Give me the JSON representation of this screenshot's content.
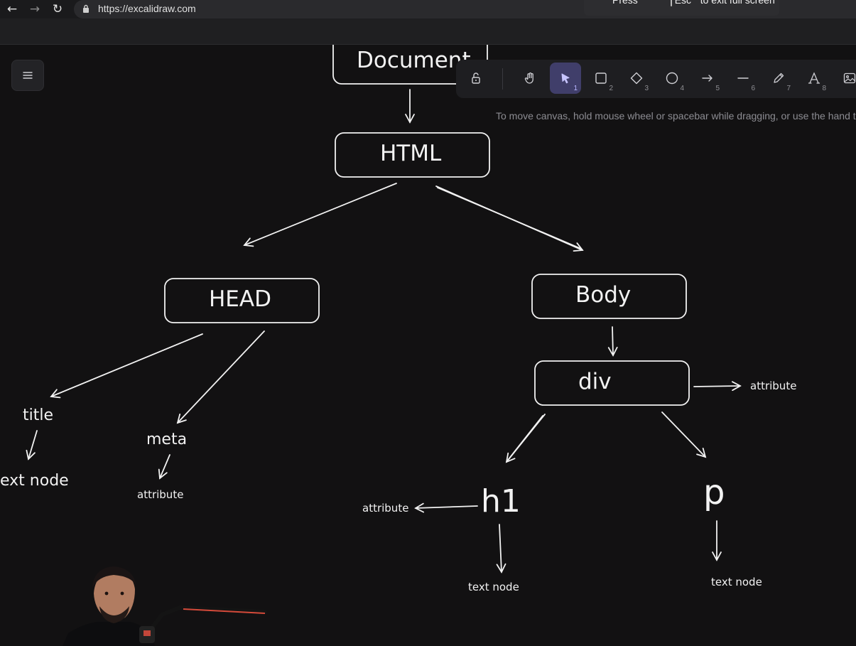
{
  "browser": {
    "url": "https://excalidraw.com",
    "toast_prefix": "Press",
    "toast_key": "Esc",
    "toast_suffix": "to exit full screen"
  },
  "toolbar": {
    "tools": [
      {
        "name": "lock",
        "key": ""
      },
      {
        "name": "hand",
        "key": ""
      },
      {
        "name": "selection",
        "key": "1",
        "active": true
      },
      {
        "name": "rectangle",
        "key": "2"
      },
      {
        "name": "diamond",
        "key": "3"
      },
      {
        "name": "ellipse",
        "key": "4"
      },
      {
        "name": "arrow",
        "key": "5"
      },
      {
        "name": "line",
        "key": "6"
      },
      {
        "name": "draw",
        "key": "7"
      },
      {
        "name": "text",
        "key": "8"
      },
      {
        "name": "image",
        "key": ""
      }
    ],
    "hint": "To move canvas, hold mouse wheel or spacebar while dragging, or use the hand to"
  },
  "diagram": {
    "document": "Document",
    "html": "HTML",
    "head": "HEAD",
    "body": "Body",
    "div": "div",
    "title": "title",
    "meta": "meta",
    "h1": "h1",
    "p": "p",
    "title_child": "ext node",
    "meta_child": "attribute",
    "div_side": "attribute",
    "h1_side": "attribute",
    "h1_child": "text node",
    "p_child": "text node"
  },
  "colors": {
    "canvas_bg": "#121112",
    "stroke": "#f2f2f2",
    "accent": "#403e6a"
  }
}
